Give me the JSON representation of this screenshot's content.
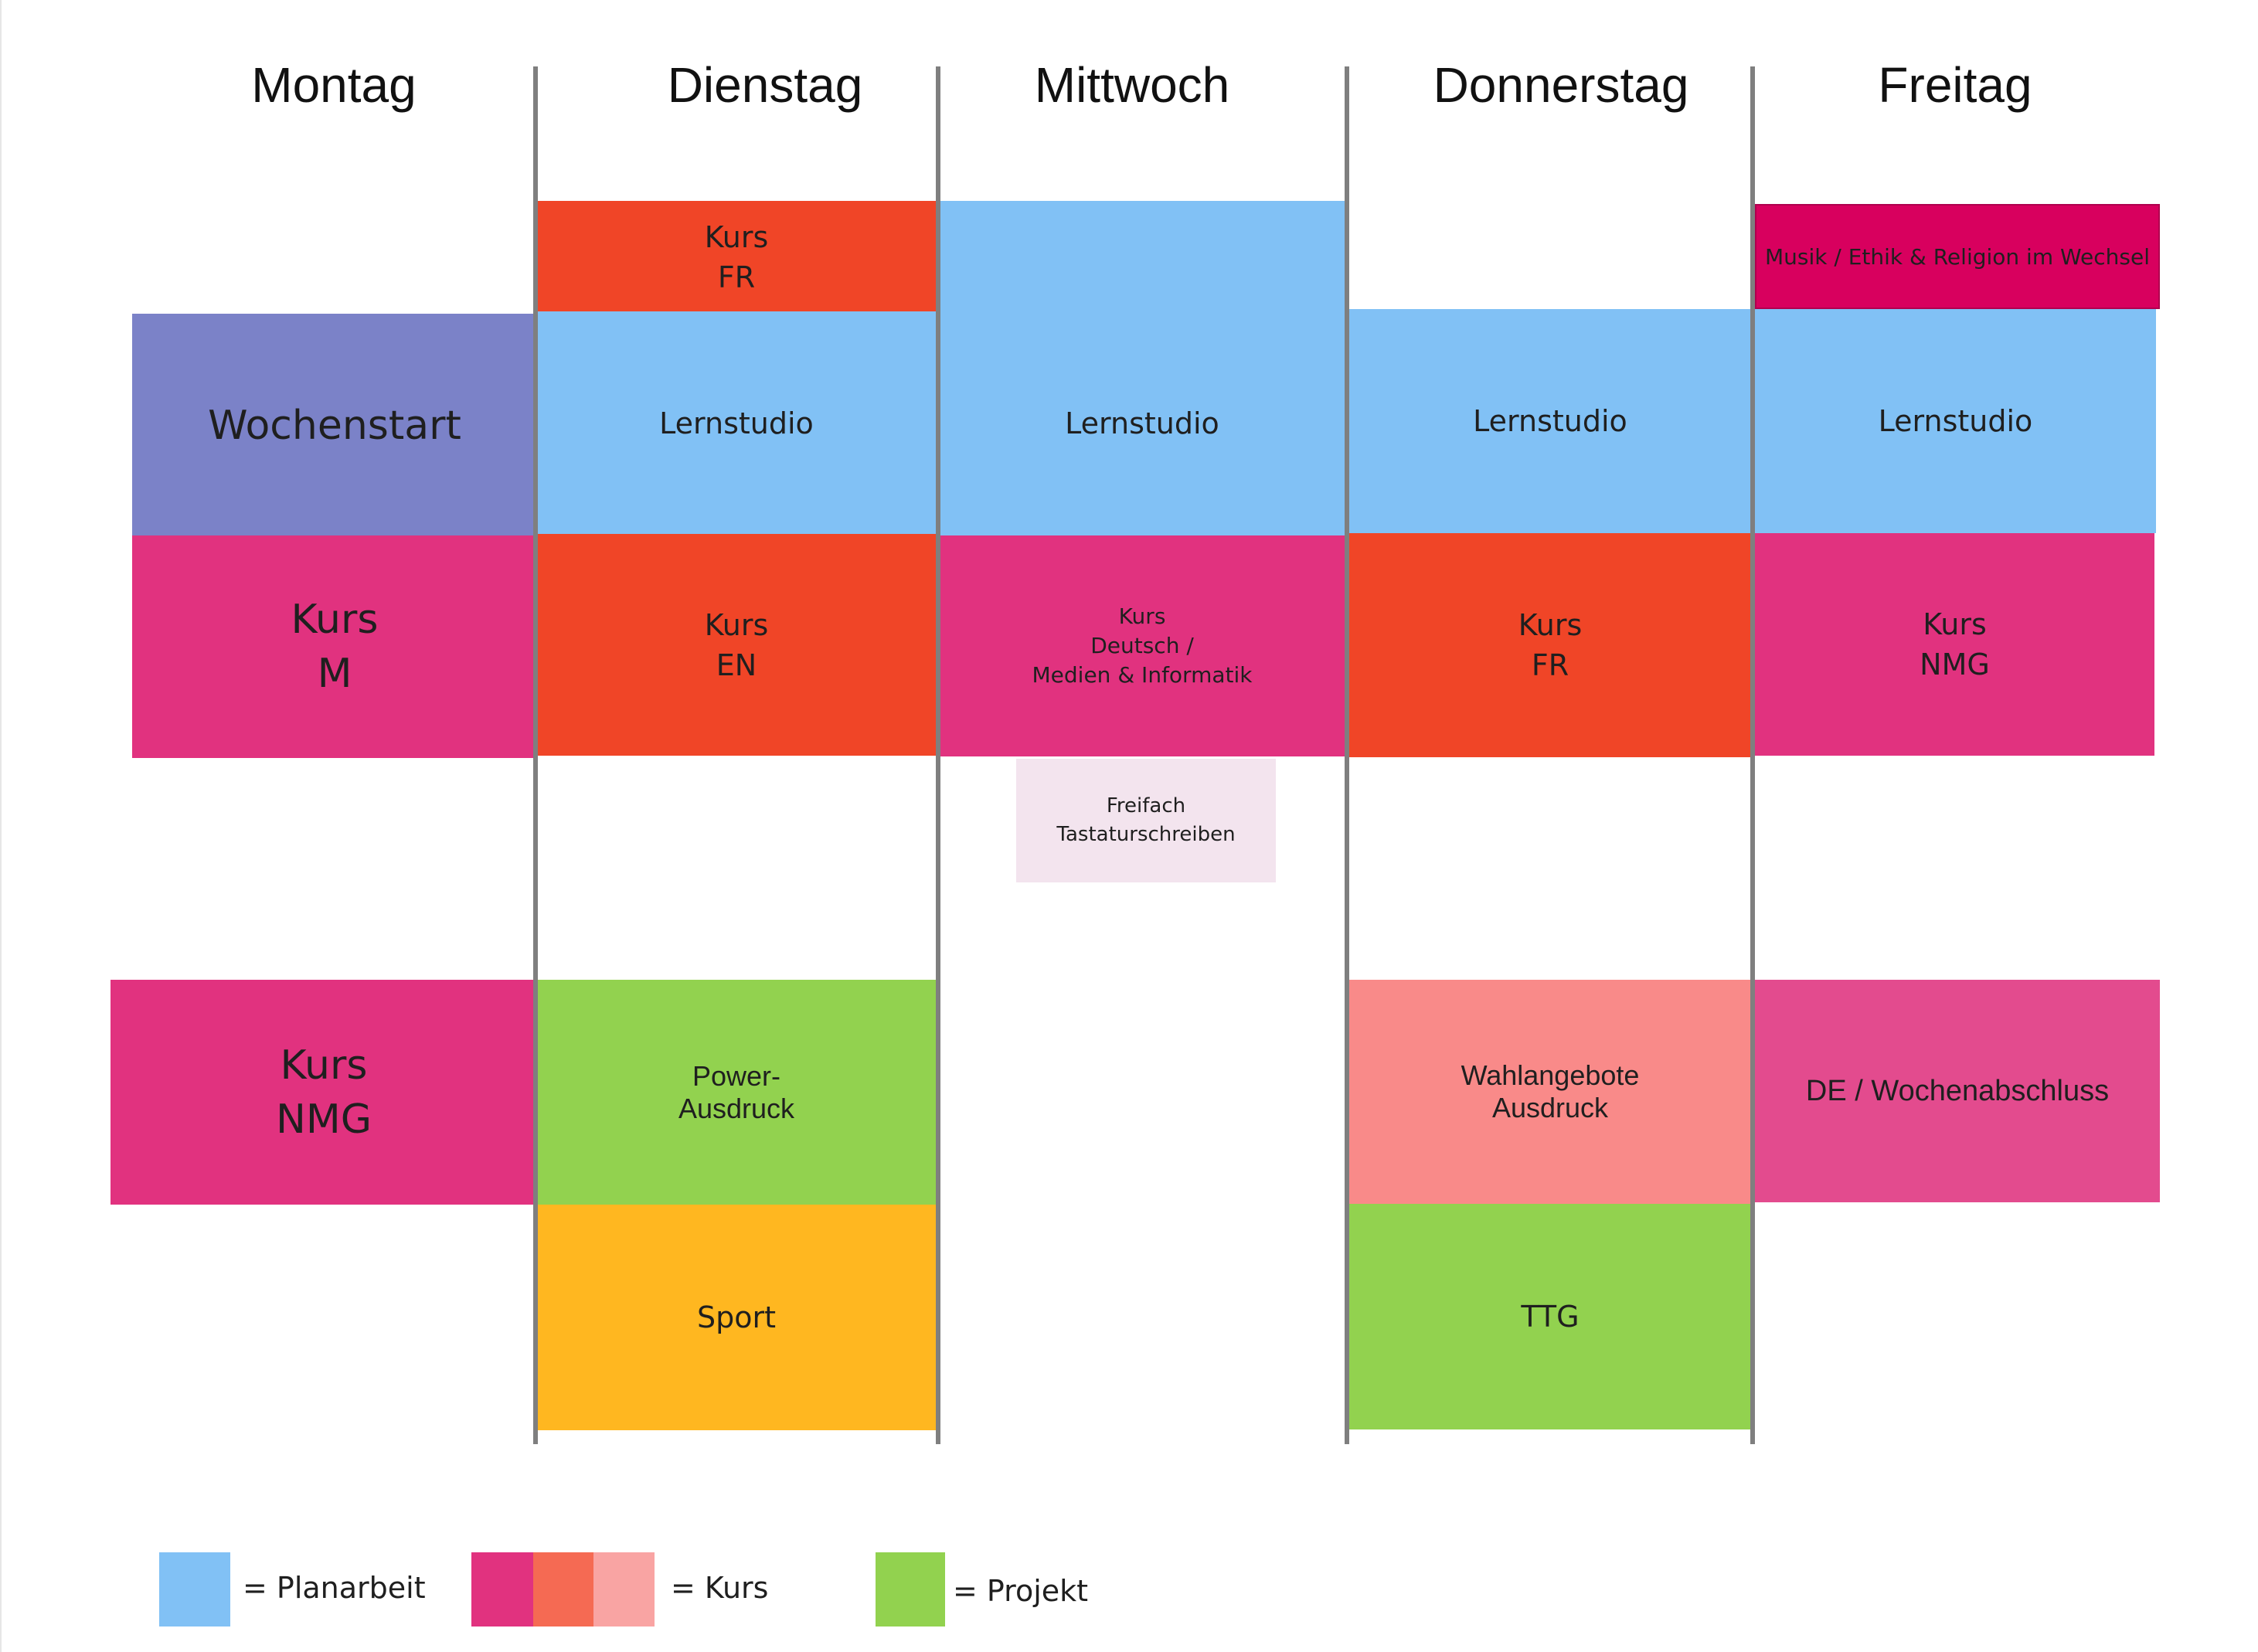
{
  "days": [
    "Montag",
    "Dienstag",
    "Mittwoch",
    "Donnerstag",
    "Freitag"
  ],
  "colors": {
    "planarbeit": "#81c1f5",
    "wochenstart": "#7b82c8",
    "kurs_pink": "#e1327f",
    "kurs_orange": "#f04527",
    "kurs_salmon": "#f98a89",
    "kurs_light": "#f9a4a3",
    "kurs_orange_legend": "#f56a53",
    "magenta": "#d8005e",
    "wochenabschluss": "#e34b8e",
    "projekt": "#92d24f",
    "sport": "#ffb720",
    "freifach": "#f3e4ee",
    "divider": "#7f7f7f"
  },
  "blocks": {
    "mo_wochenstart": "Wochenstart",
    "mo_kurs_m": "Kurs\nM",
    "mo_kurs_nmg": "Kurs\nNMG",
    "di_kurs_fr": "Kurs\nFR",
    "di_lernstudio": "Lernstudio",
    "di_kurs_en": "Kurs\nEN",
    "di_power": "Power-\nAusdruck",
    "di_sport": "Sport",
    "mi_planarbeit": "",
    "mi_lernstudio": "Lernstudio",
    "mi_kurs_deutsch": "Kurs\nDeutsch /\nMedien & Informatik",
    "mi_freifach": "Freifach\nTastaturschreiben",
    "do_lernstudio": "Lernstudio",
    "do_kurs_fr": "Kurs\nFR",
    "do_wahlangebote": "Wahlangebote\nAusdruck",
    "do_ttg": "TTG",
    "fr_musik": "Musik / Ethik & Religion im Wechsel",
    "fr_lernstudio": "Lernstudio",
    "fr_kurs_nmg": "Kurs\nNMG",
    "fr_wochenabschluss": "DE / Wochenabschluss"
  },
  "legend": {
    "planarbeit": "= Planarbeit",
    "kurs": "= Kurs",
    "projekt": "= Projekt"
  }
}
